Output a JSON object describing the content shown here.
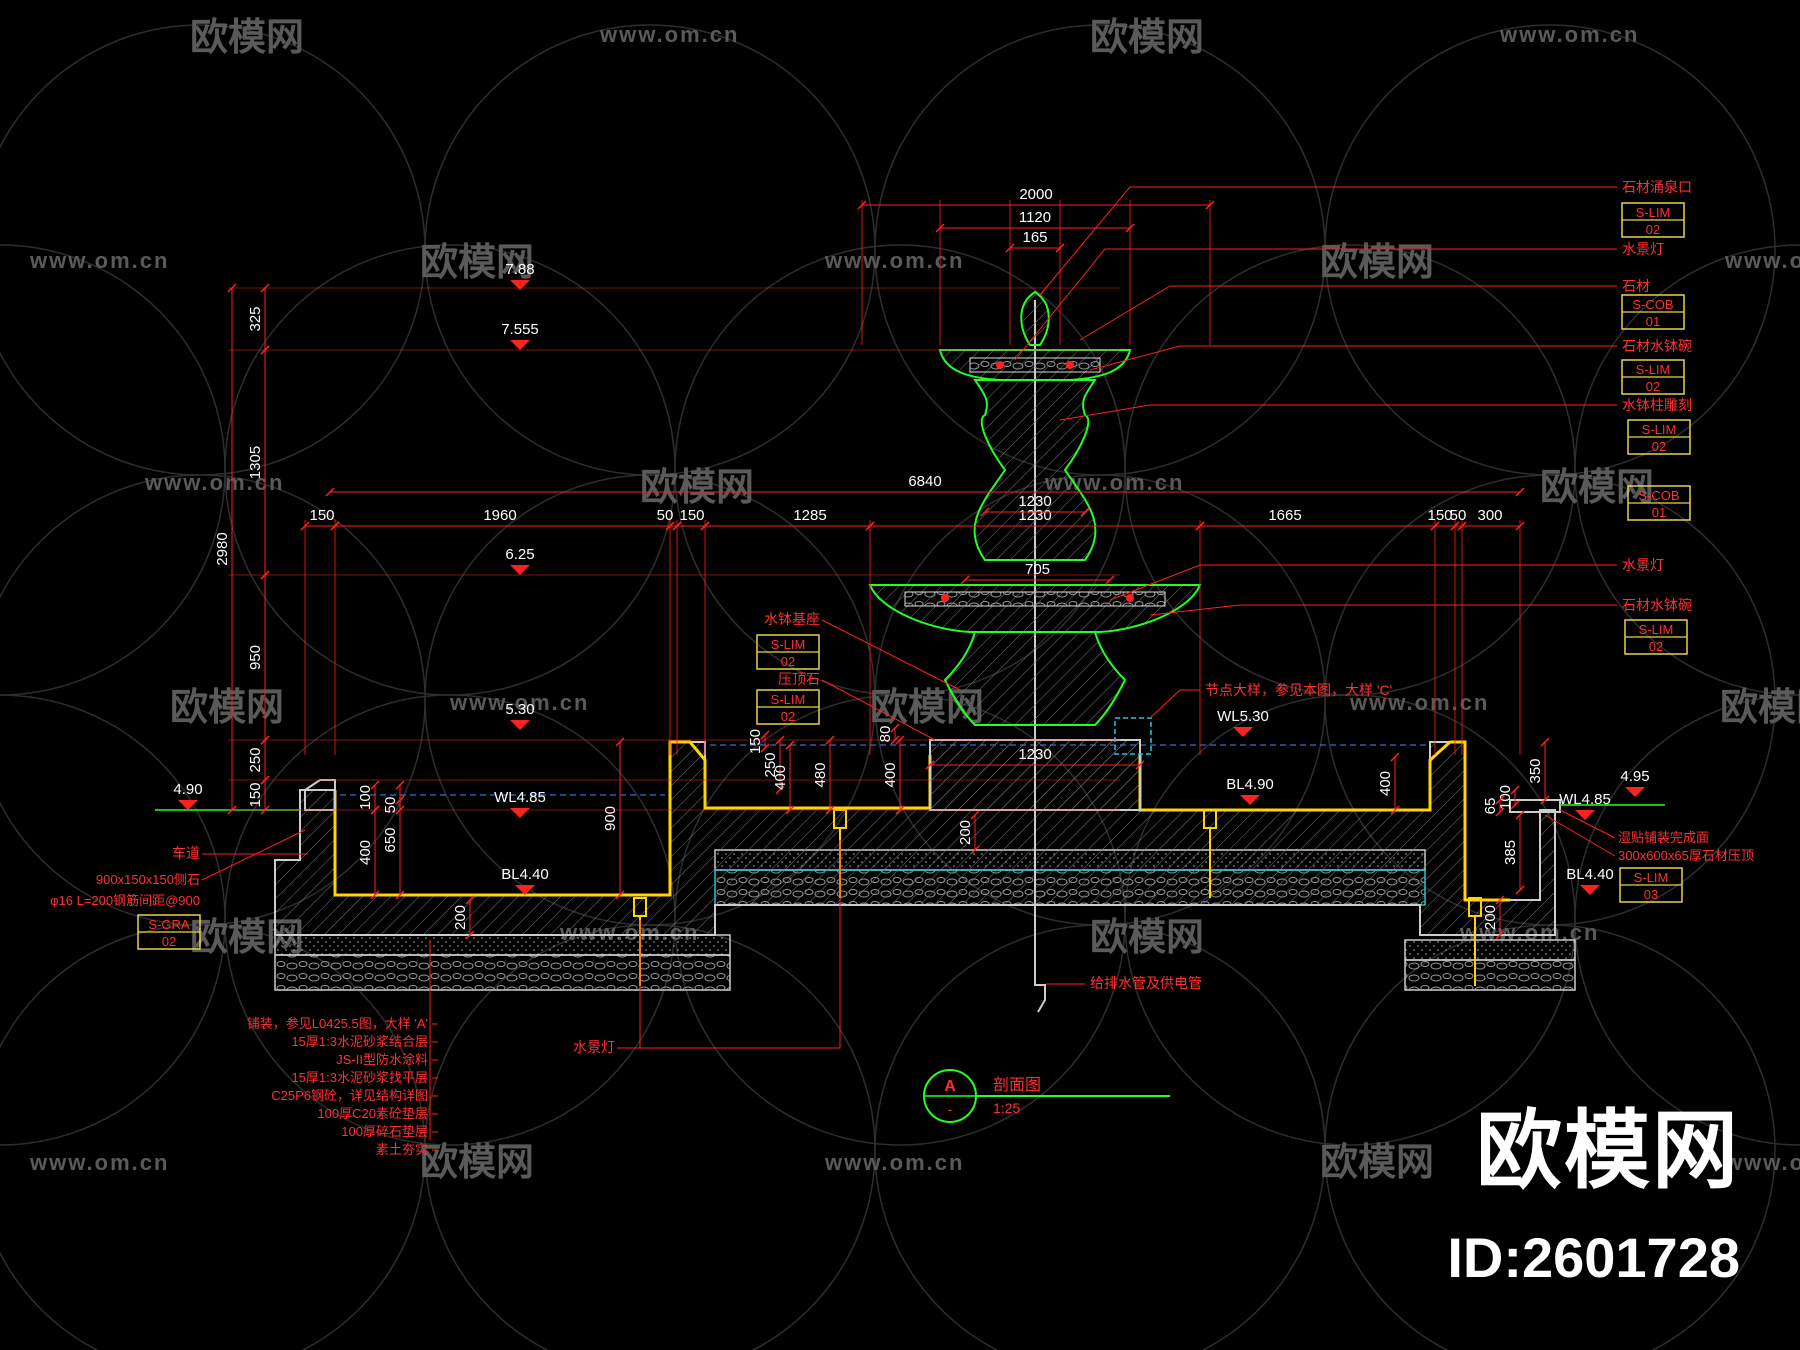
{
  "colors": {
    "bg": "#000000",
    "dim": "#ff2020",
    "dim_text": "#ffffff",
    "note": "#ff3030",
    "outline": "#22ff22",
    "ground": "#cccccc",
    "water": "#ffd400",
    "tag_box": "#e6d24a",
    "tag_text": "#ff3030",
    "cyan": "#29c6d8",
    "watermark": "#5a5a5a"
  },
  "watermark": {
    "brand": "欧模网",
    "url": "www.om.cn",
    "url_short": "om.cn",
    "id_label": "ID:2601728"
  },
  "dims_top": [
    "2000",
    "1120",
    "165"
  ],
  "dims_row": [
    "150",
    "1960",
    "50",
    "150",
    "1285",
    "1230",
    "1665",
    "150",
    "50",
    "300"
  ],
  "dim_overall": "6840",
  "dims_left": [
    "325",
    "1305",
    "2980",
    "950",
    "250",
    "150"
  ],
  "dims_inner": [
    "100",
    "650",
    "400",
    "50",
    "900",
    "250",
    "150",
    "400",
    "480",
    "80",
    "400",
    "200",
    "400",
    "350",
    "100",
    "65",
    "385",
    "200",
    "200"
  ],
  "center_dims": [
    "1230",
    "705",
    "1230"
  ],
  "levels": [
    "7.88",
    "7.555",
    "6.25",
    "5.30",
    "WL5.30",
    "4.90",
    "WL4.85",
    "BL4.40",
    "BL4.90",
    "4.95",
    "WL4.85",
    "BL4.40"
  ],
  "notes_right": [
    "石材涌泉口",
    "水景灯",
    "石材",
    "石材水钵碗",
    "水钵柱雕刻",
    "水景灯",
    "石材水钵碗"
  ],
  "notes_center": [
    "节点大样，参见本图，大样 'C'",
    "水钵基座",
    "压顶石",
    "给排水管及供电管"
  ],
  "notes_left": [
    "车道",
    "900x150x150侧石",
    "φ16  L=200钢筋间距@900"
  ],
  "notes_right_low": [
    "湿贴铺装完成面",
    "300x600x65厚石材压顶"
  ],
  "layers": [
    "铺装，参见L0425.5图，大样 'A'",
    "15厚1:3水泥砂浆结合层",
    "JS-II型防水涂料",
    "15厚1:3水泥砂浆找平层",
    "C25P6钢砼，详见结构详图",
    "100厚C20素砼垫层",
    "100厚碎石垫层",
    "素土夯实"
  ],
  "water_light": "水景灯",
  "tags": [
    {
      "code": "S-LIM",
      "num": "02"
    },
    {
      "code": "S-COB",
      "num": "01"
    },
    {
      "code": "S-LIM",
      "num": "02"
    },
    {
      "code": "S-LIM",
      "num": "02"
    },
    {
      "code": "S-COB",
      "num": "01"
    },
    {
      "code": "S-LIM",
      "num": "02"
    },
    {
      "code": "S-LIM",
      "num": "02"
    },
    {
      "code": "S-LIM",
      "num": "02"
    },
    {
      "code": "S-LIM",
      "num": "03"
    },
    {
      "code": "S-GRA",
      "num": "02"
    }
  ],
  "title": {
    "letter": "A",
    "sub": "-",
    "name": "剖面图",
    "scale": "1:25"
  }
}
